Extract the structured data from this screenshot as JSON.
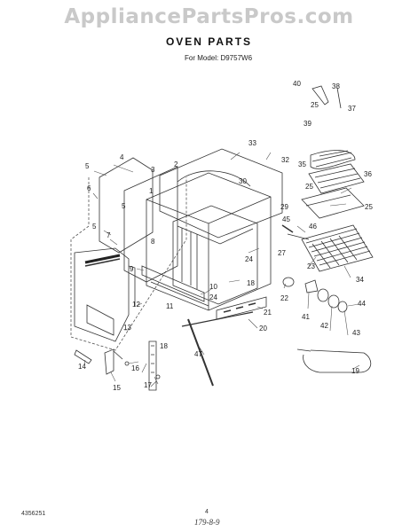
{
  "watermark": "AppliancePartsPros.com",
  "title": "OVEN PARTS",
  "model_line": "For Model: D9757W6",
  "callouts": [
    {
      "id": "c40",
      "text": "40"
    },
    {
      "id": "c38",
      "text": "38"
    },
    {
      "id": "c25a",
      "text": "25"
    },
    {
      "id": "c37",
      "text": "37"
    },
    {
      "id": "c39",
      "text": "39"
    },
    {
      "id": "c35",
      "text": "35"
    },
    {
      "id": "c33",
      "text": "33"
    },
    {
      "id": "c32",
      "text": "32"
    },
    {
      "id": "c34",
      "text": "34"
    },
    {
      "id": "c4",
      "text": "4"
    },
    {
      "id": "c5a",
      "text": "5"
    },
    {
      "id": "c3",
      "text": "3"
    },
    {
      "id": "c2",
      "text": "2"
    },
    {
      "id": "c1",
      "text": "1"
    },
    {
      "id": "c6",
      "text": "6"
    },
    {
      "id": "c5b",
      "text": "5"
    },
    {
      "id": "c30",
      "text": "30"
    },
    {
      "id": "c36",
      "text": "36"
    },
    {
      "id": "c25b",
      "text": "25"
    },
    {
      "id": "c25c",
      "text": "25"
    },
    {
      "id": "c29",
      "text": "29"
    },
    {
      "id": "c45",
      "text": "45"
    },
    {
      "id": "c46",
      "text": "46"
    },
    {
      "id": "c8",
      "text": "8"
    },
    {
      "id": "c5c",
      "text": "5"
    },
    {
      "id": "c7",
      "text": "7"
    },
    {
      "id": "c27",
      "text": "27"
    },
    {
      "id": "c9",
      "text": "9"
    },
    {
      "id": "c23",
      "text": "23"
    },
    {
      "id": "c24a",
      "text": "24"
    },
    {
      "id": "c18",
      "text": "18"
    },
    {
      "id": "c10",
      "text": "10"
    },
    {
      "id": "c11",
      "text": "11"
    },
    {
      "id": "c24b",
      "text": "24"
    },
    {
      "id": "c22",
      "text": "22"
    },
    {
      "id": "c12",
      "text": "12"
    },
    {
      "id": "c21",
      "text": "21"
    },
    {
      "id": "c44",
      "text": "44"
    },
    {
      "id": "c41",
      "text": "41"
    },
    {
      "id": "c42",
      "text": "42"
    },
    {
      "id": "c43",
      "text": "43"
    },
    {
      "id": "c20",
      "text": "20"
    },
    {
      "id": "c13",
      "text": "13"
    },
    {
      "id": "c18b",
      "text": "18"
    },
    {
      "id": "c47",
      "text": "47"
    },
    {
      "id": "c14",
      "text": "14"
    },
    {
      "id": "c16",
      "text": "16"
    },
    {
      "id": "c19",
      "text": "19"
    },
    {
      "id": "c15",
      "text": "15"
    },
    {
      "id": "c17",
      "text": "17"
    }
  ],
  "footer": {
    "left_code": "4356251",
    "page_number": "4",
    "bottom_code": "179-8-9"
  }
}
